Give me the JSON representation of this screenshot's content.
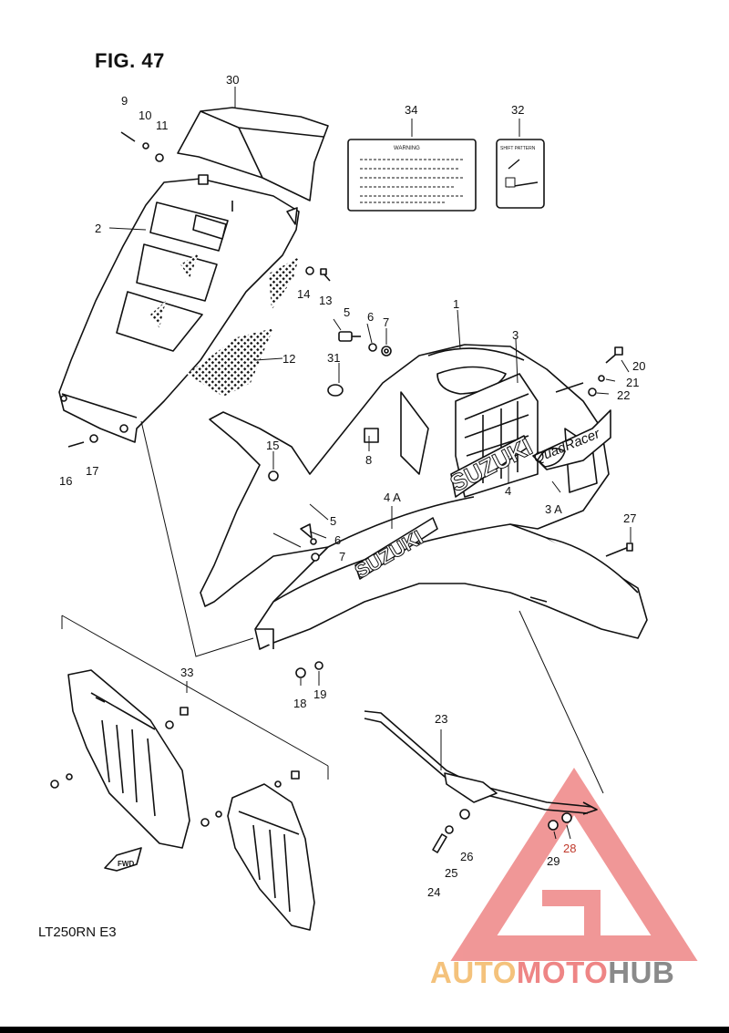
{
  "figure": {
    "title": "FIG. 47",
    "model": "LT250RN  E3"
  },
  "labels": {
    "body_logo": "SUZUKI",
    "side_logo": "SUZUKI",
    "decal_script": "QuadRacer",
    "warning_label": "WARNING",
    "shift_label": "SHIFT PATTERN",
    "fwd_arrow": "FWD"
  },
  "callouts": [
    {
      "id": "c1",
      "text": "1"
    },
    {
      "id": "c2",
      "text": "2"
    },
    {
      "id": "c3",
      "text": "3"
    },
    {
      "id": "c3a",
      "text": "3 A"
    },
    {
      "id": "c4",
      "text": "4"
    },
    {
      "id": "c4a",
      "text": "4 A"
    },
    {
      "id": "c5a",
      "text": "5"
    },
    {
      "id": "c5b",
      "text": "5"
    },
    {
      "id": "c6a",
      "text": "6"
    },
    {
      "id": "c6b",
      "text": "6"
    },
    {
      "id": "c7a",
      "text": "7"
    },
    {
      "id": "c7b",
      "text": "7"
    },
    {
      "id": "c8",
      "text": "8"
    },
    {
      "id": "c9",
      "text": "9"
    },
    {
      "id": "c10",
      "text": "10"
    },
    {
      "id": "c11",
      "text": "11"
    },
    {
      "id": "c12",
      "text": "12"
    },
    {
      "id": "c13",
      "text": "13"
    },
    {
      "id": "c14",
      "text": "14"
    },
    {
      "id": "c15",
      "text": "15"
    },
    {
      "id": "c16",
      "text": "16"
    },
    {
      "id": "c17",
      "text": "17"
    },
    {
      "id": "c18",
      "text": "18"
    },
    {
      "id": "c19",
      "text": "19"
    },
    {
      "id": "c20",
      "text": "20"
    },
    {
      "id": "c21",
      "text": "21"
    },
    {
      "id": "c22",
      "text": "22"
    },
    {
      "id": "c23",
      "text": "23"
    },
    {
      "id": "c24",
      "text": "24"
    },
    {
      "id": "c25",
      "text": "25"
    },
    {
      "id": "c26",
      "text": "26"
    },
    {
      "id": "c27",
      "text": "27"
    },
    {
      "id": "c28",
      "text": "28"
    },
    {
      "id": "c29",
      "text": "29"
    },
    {
      "id": "c30",
      "text": "30"
    },
    {
      "id": "c31",
      "text": "31"
    },
    {
      "id": "c32",
      "text": "32"
    },
    {
      "id": "c33",
      "text": "33"
    },
    {
      "id": "c34",
      "text": "34"
    }
  ],
  "watermark": {
    "part1": "AUTO",
    "part2": "MOTO",
    "part3": "HUB"
  },
  "colors": {
    "line": "#111111",
    "watermark_red": "#ee7d7d",
    "watermark_yellow": "#f4c27c",
    "watermark_gray": "#8a8a8a"
  }
}
